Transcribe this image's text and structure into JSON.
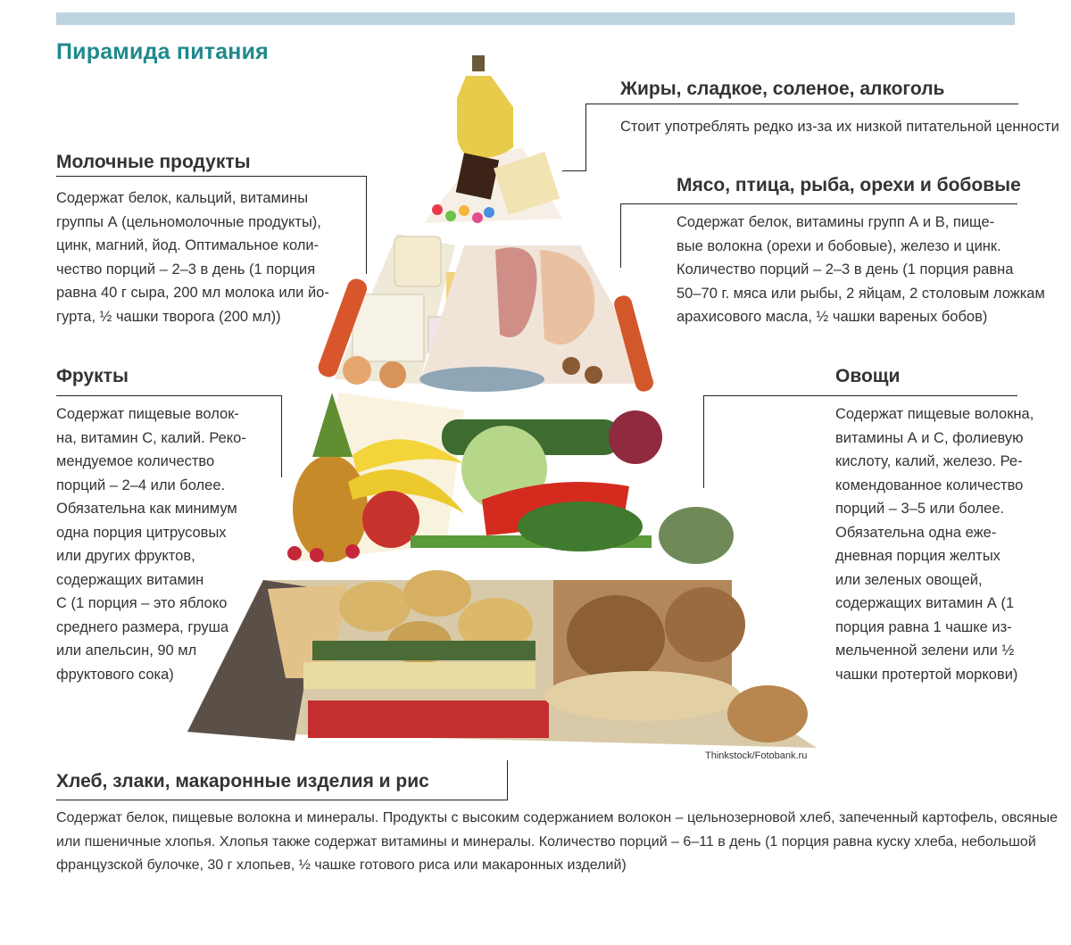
{
  "page": {
    "title": "Пирамида питания"
  },
  "sections": {
    "fats": {
      "heading": "Жиры, сладкое, соленое, алкоголь",
      "lines": [
        "Стоит употреблять редко из-за их низкой питательной ценности"
      ]
    },
    "dairy": {
      "heading": "Молочные продукты",
      "lines": [
        "Содержат белок, кальций, витамины",
        "группы А (цельномолочные продукты),",
        "цинк, магний, йод. Оптимальное коли-",
        "чество порций – 2–3 в день (1 порция",
        "равна 40 г сыра, 200 мл молока или йо-",
        "гурта, ½ чашки творога (200 мл))"
      ]
    },
    "meat": {
      "heading": "Мясо, птица, рыба, орехи и бобовые",
      "lines": [
        "Содержат белок, витамины групп А и В, пище-",
        "вые волокна (орехи и бобовые), железо и цинк.",
        "Количество порций – 2–3 в день (1 порция равна",
        "50–70 г. мяса или рыбы, 2 яйцам, 2 столовым ложкам",
        "арахисового масла, ½ чашки вареных бобов)"
      ]
    },
    "fruits": {
      "heading": "Фрукты",
      "lines": [
        "Содержат пищевые волок-",
        "на, витамин С, калий. Реко-",
        "мендуемое количество",
        "порций – 2–4 или более.",
        "Обязательна как минимум",
        "одна порция цитрусовых",
        "или других фруктов,",
        "содержащих витамин",
        "С (1 порция – это яблоко",
        "среднего размера, груша",
        "или апельсин, 90 мл",
        "фруктового сока)"
      ]
    },
    "vegetables": {
      "heading": "Овощи",
      "lines": [
        "Содержат пищевые волокна,",
        "витамины А и С, фолиевую",
        "кислоту, калий, железо. Ре-",
        "комендованное количество",
        "порций – 3–5 или более.",
        "Обязательна одна еже-",
        "дневная порция желтых",
        "или зеленых овощей,",
        "содержащих витамин А (1",
        "порция равна 1 чашке из-",
        "мельченной зелени или ½",
        "чашки протертой моркови)"
      ]
    },
    "grains": {
      "heading": "Хлеб, злаки, макаронные изделия и рис",
      "lines": [
        "Содержат белок, пищевые волокна и минералы. Продукты с высоким содержанием волокон – цельнозерновой хлеб, запеченный картофель, овсяные",
        "или пшеничные хлопья. Хлопья также содержат витамины и минералы. Количество порций – 6–11 в день (1 порция равна куску хлеба, небольшой",
        "французской булочке, 30 г хлопьев, ½ чашке готового риса или макаронных изделий)"
      ]
    }
  },
  "image_credit": "Thinkstock/Fotobank.ru",
  "colors": {
    "title": "#1f8a8c",
    "topbar": "#bcd3e0",
    "text": "#333333"
  }
}
